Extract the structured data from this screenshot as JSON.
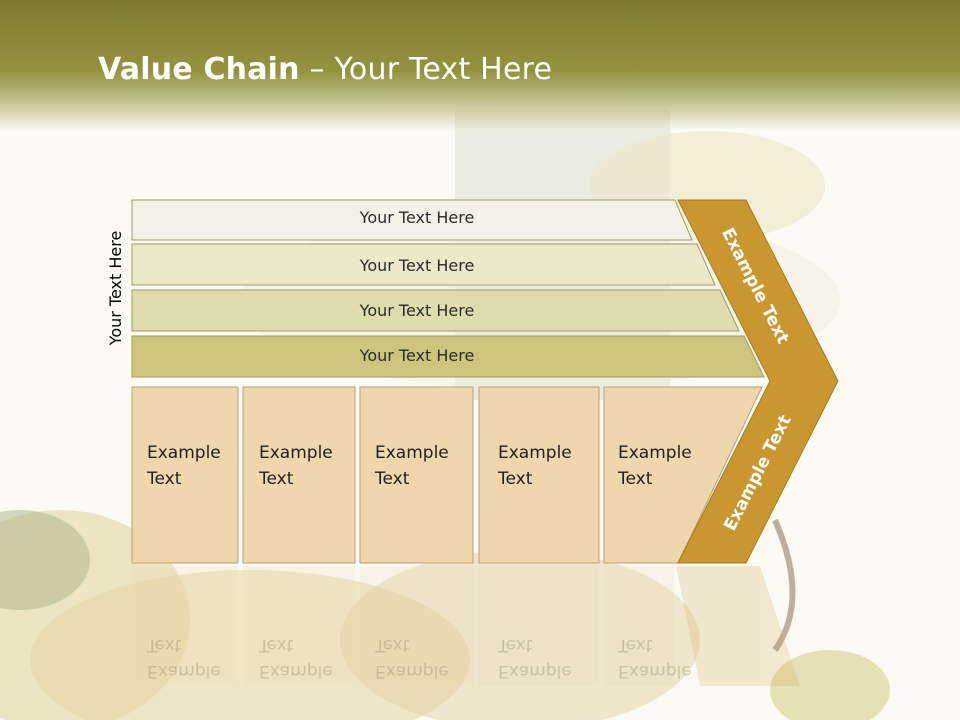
{
  "slide": {
    "title_bold": "Value Chain",
    "title_rest": " – Your Text Here",
    "side_label": "Your Text Here",
    "bars": [
      {
        "label": "Your Text Here",
        "fill": "#f4f2e6"
      },
      {
        "label": "Your Text Here",
        "fill": "#ebe8cc"
      },
      {
        "label": "Your Text Here",
        "fill": "#e0dcae"
      },
      {
        "label": "Your Text Here",
        "fill": "#cdc57c"
      }
    ],
    "boxes": [
      {
        "line1": "Example",
        "line2": "Text"
      },
      {
        "line1": "Example",
        "line2": "Text"
      },
      {
        "line1": "Example",
        "line2": "Text"
      },
      {
        "line1": "Example",
        "line2": "Text"
      },
      {
        "line1": "Example",
        "line2": "Text"
      }
    ],
    "chevron_upper_label": "Example Text",
    "chevron_lower_label": "Example Text"
  },
  "colors": {
    "title_band": "#857f33",
    "chevron_fill": "#c9962f",
    "box_fill": "#eed6ad",
    "box_border": "#b9a079",
    "bar_border": "#a09a66"
  }
}
